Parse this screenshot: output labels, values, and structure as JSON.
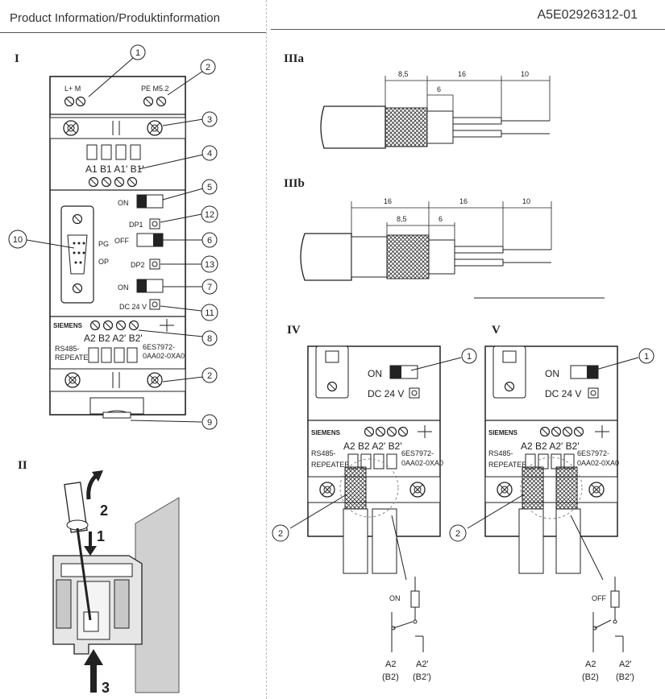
{
  "header": {
    "left": "Product Information/Produktinformation",
    "right": "A5E02926312-01"
  },
  "sections": {
    "I": "I",
    "II": "II",
    "IIIa": "IIIa",
    "IIIb": "IIIb",
    "IV": "IV",
    "V": "V"
  },
  "callouts": {
    "c1": "1",
    "c2": "2",
    "c3": "3",
    "c4": "4",
    "c5": "5",
    "c6": "6",
    "c7": "7",
    "c8": "8",
    "c9": "9",
    "c10": "10",
    "c11": "11",
    "c12": "12",
    "c13": "13"
  },
  "device": {
    "power_terminals": "L+  M",
    "pe_terminal": "PE M5.2",
    "bus_terminals": "A1 B1 A1' B1'",
    "on": "ON",
    "off": "OFF",
    "dp1": "DP1",
    "dp2": "DP2",
    "pg": "PG",
    "op": "OP",
    "dc": "DC 24 V",
    "brand": "SIEMENS",
    "model": "RS485-",
    "model2": "REPEATER",
    "bus2_terminals": "A2 B2 A2' B2'",
    "order1": "6ES7972-",
    "order2": "0AA02-0XA0"
  },
  "step_numbers": {
    "s1": "1",
    "s2": "2",
    "s3": "3"
  },
  "dimensions_a": {
    "d1": "8,5",
    "d2": "16",
    "d3": "6",
    "d4": "10"
  },
  "dimensions_b": {
    "d1": "16",
    "d2": "16",
    "d3": "8,5",
    "d4": "6",
    "d5": "10"
  },
  "switch_states": {
    "iv": "ON",
    "v": "OFF"
  },
  "wiring": {
    "a2": "A2",
    "b2": "(B2)",
    "a2p": "A2'",
    "b2p": "(B2')"
  }
}
